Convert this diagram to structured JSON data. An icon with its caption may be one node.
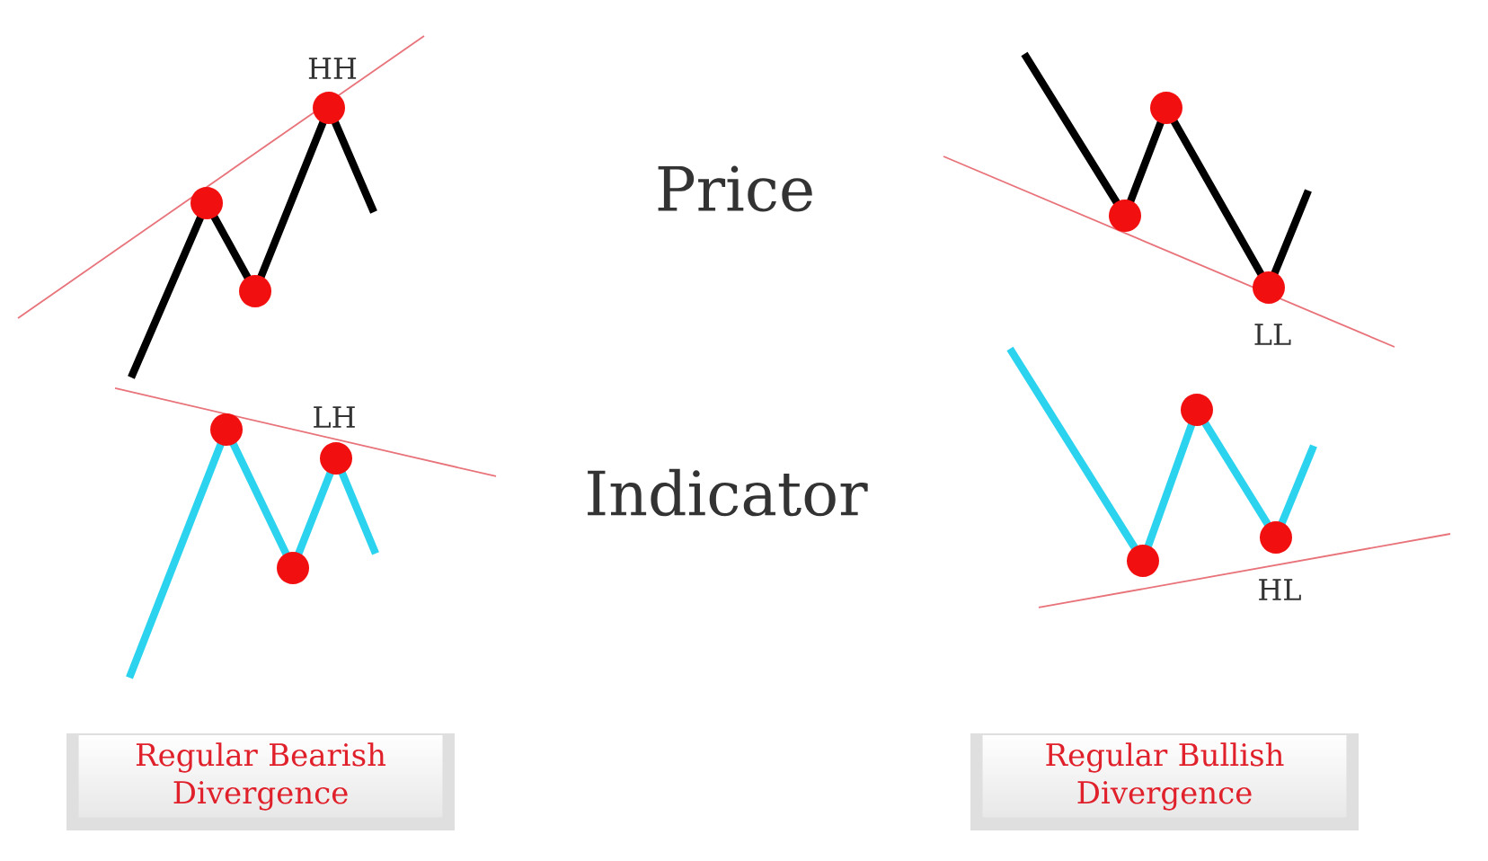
{
  "diagram": {
    "nodes": [
      {
        "text": [
          "Regular Bearish Divergence"
        ]
      },
      {
        "text": [
          "Regular Bullish Divergence"
        ]
      }
    ],
    "labels": [
      "HH",
      "Price",
      "LL",
      "LH",
      "Indicator",
      "HL"
    ]
  }
}
